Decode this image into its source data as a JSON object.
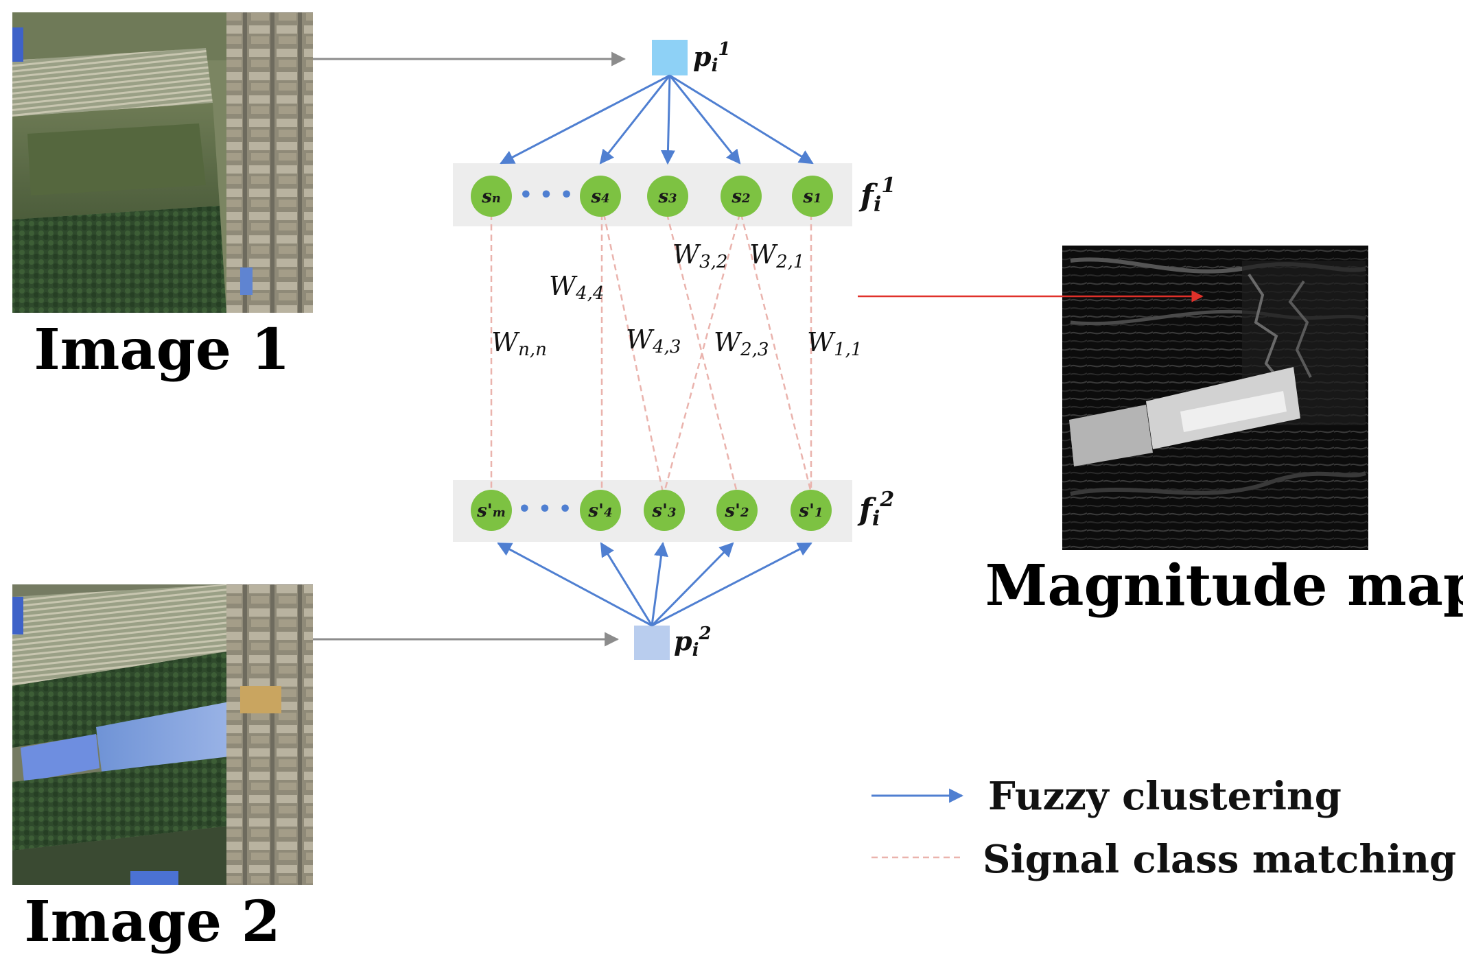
{
  "images": {
    "image1": {
      "caption": "Image 1"
    },
    "image2": {
      "caption": "Image 2"
    },
    "magnitude": {
      "caption": "Magnitude map"
    }
  },
  "top_pixel": {
    "base": "p",
    "sub": "i",
    "sup": "1"
  },
  "bottom_pixel": {
    "base": "p",
    "sub": "i",
    "sup": "2"
  },
  "top_layer": {
    "label": {
      "base": "f",
      "sub": "i",
      "sup": "1"
    },
    "nodes": [
      {
        "base": "s",
        "sub": "n"
      },
      {
        "base": "s",
        "sub": "4"
      },
      {
        "base": "s",
        "sub": "3"
      },
      {
        "base": "s",
        "sub": "2"
      },
      {
        "base": "s",
        "sub": "1"
      }
    ],
    "ellipsis": "• • •"
  },
  "bottom_layer": {
    "label": {
      "base": "f",
      "sub": "i",
      "sup": "2"
    },
    "nodes": [
      {
        "base": "s'",
        "sub": "m"
      },
      {
        "base": "s'",
        "sub": "4"
      },
      {
        "base": "s'",
        "sub": "3"
      },
      {
        "base": "s'",
        "sub": "2"
      },
      {
        "base": "s'",
        "sub": "1"
      }
    ],
    "ellipsis": "• • •"
  },
  "weights": [
    {
      "base": "W",
      "sub": "n,n"
    },
    {
      "base": "W",
      "sub": "4,4"
    },
    {
      "base": "W",
      "sub": "4,3"
    },
    {
      "base": "W",
      "sub": "3,2"
    },
    {
      "base": "W",
      "sub": "2,1"
    },
    {
      "base": "W",
      "sub": "2,3"
    },
    {
      "base": "W",
      "sub": "1,1"
    }
  ],
  "legend": {
    "fuzzy": "Fuzzy clustering",
    "matching": "Signal class matching"
  },
  "colors": {
    "node_fill": "#7dc242",
    "band_fill": "#ededed",
    "blue_arrow": "#4f7fd1",
    "gray_arrow": "#8c8c8c",
    "red_arrow": "#e0312a",
    "dashed": "#eab3ad",
    "pixel_top": "#8ed1f6",
    "pixel_bottom": "#b9cdee"
  }
}
